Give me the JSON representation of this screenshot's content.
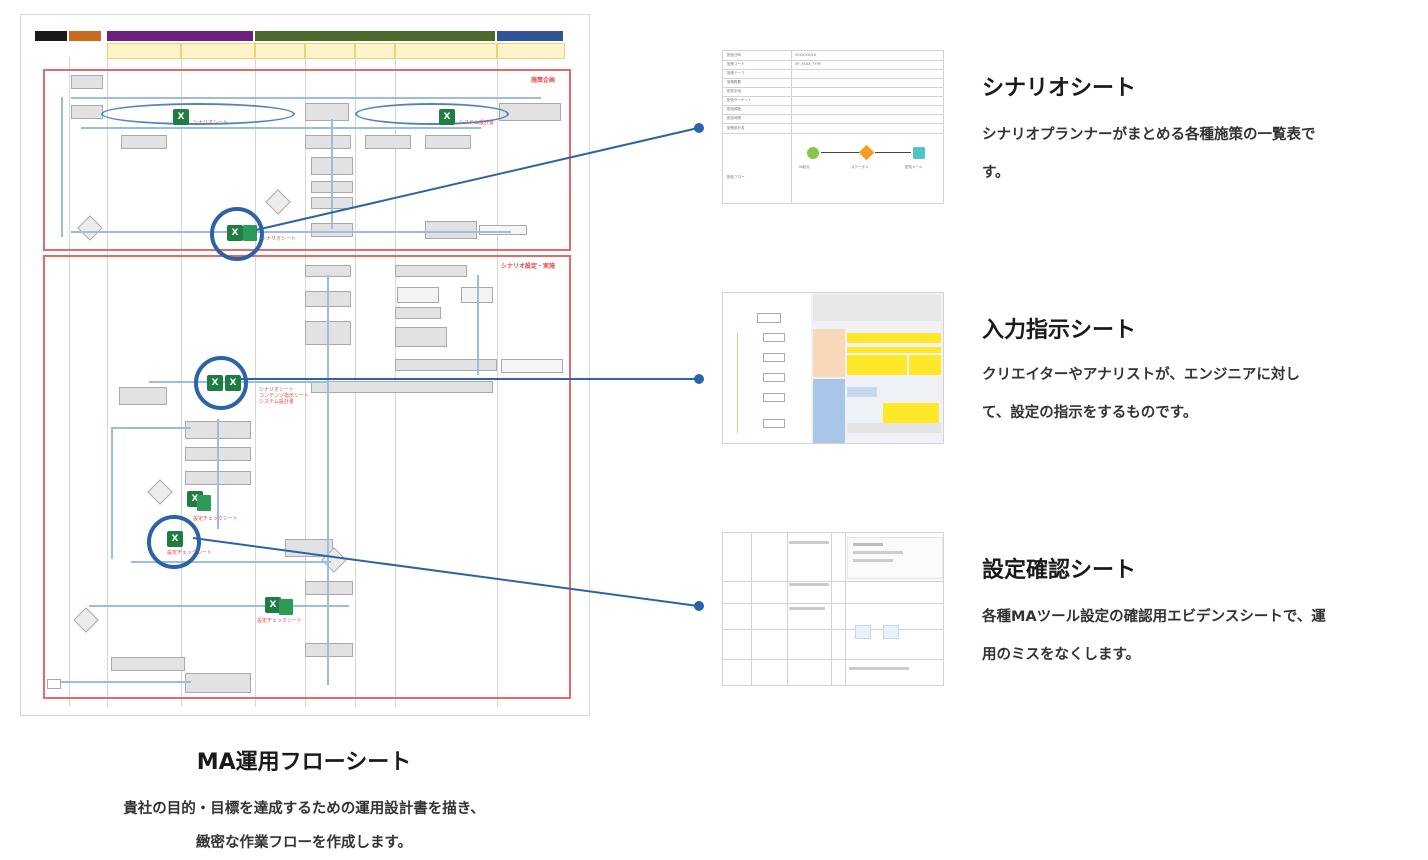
{
  "main": {
    "title": "MA運用フローシート",
    "desc_line1": "貴社の目的・目標を達成するための運用設計書を描き、",
    "desc_line2": "緻密な作業フローを作成します。"
  },
  "sections": [
    {
      "title": "シナリオシート",
      "desc_line1": "シナリオプランナーがまとめる各種施策の一覧表で",
      "desc_line2": "す。"
    },
    {
      "title": "入力指示シート",
      "desc_line1": "クリエイターやアナリストが、エンジニアに対し",
      "desc_line2": "て、設定の指示をするものです。"
    },
    {
      "title": "設定確認シート",
      "desc_line1": "各種MAツール設定の確認用エビデンスシートで、運",
      "desc_line2": "用のミスをなくします。"
    }
  ],
  "colors": {
    "connector": "#2c63a8",
    "excel": "#1f7d43",
    "flow_frame": "#e36a6a",
    "lane_purple": "#6b1f7e",
    "lane_green": "#4b6a2e",
    "lane_blue": "#2f5597",
    "lane_orange": "#c96a1e"
  },
  "icons": [
    "excel-icon",
    "connector-dot"
  ]
}
